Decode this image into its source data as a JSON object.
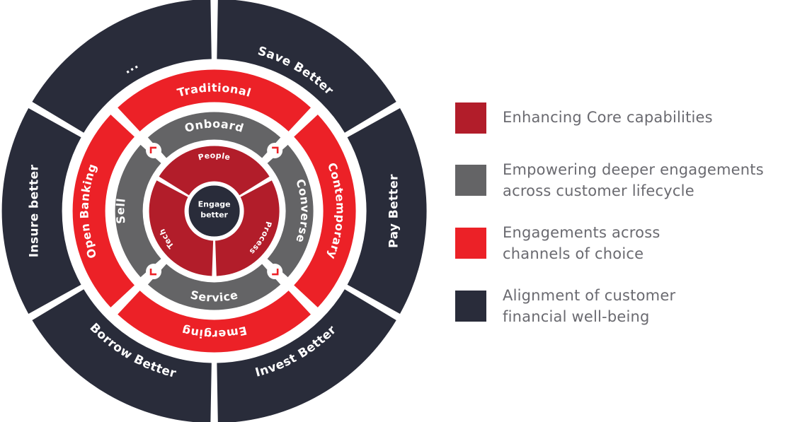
{
  "colors": {
    "navy": "#292c3a",
    "bright_red": "#ec2127",
    "grey": "#646466",
    "dark_red": "#b21d2a",
    "white": "#ffffff"
  },
  "wheel": {
    "outer_ring": [
      "Save Better",
      "Pay Better",
      "Invest Better",
      "Borrow Better",
      "Insure better",
      "..."
    ],
    "channel_ring": [
      "Traditional",
      "Contemporary",
      "Emerging",
      "Open Banking"
    ],
    "lifecycle_ring": [
      "Onboard",
      "Converse",
      "Service",
      "Sell"
    ],
    "core_ring": [
      "People",
      "Process",
      "Tech"
    ],
    "center": [
      "Engage",
      "better"
    ]
  },
  "legend": [
    {
      "text": "Enhancing Core capabilities",
      "color": "#b21d2a"
    },
    {
      "text": "Empowering deeper engagements\nacross customer lifecycle",
      "color": "#646466"
    },
    {
      "text": "Engagements across\nchannels of choice",
      "color": "#ec2127"
    },
    {
      "text": "Alignment of customer\nfinancial well-being",
      "color": "#292c3a"
    }
  ]
}
